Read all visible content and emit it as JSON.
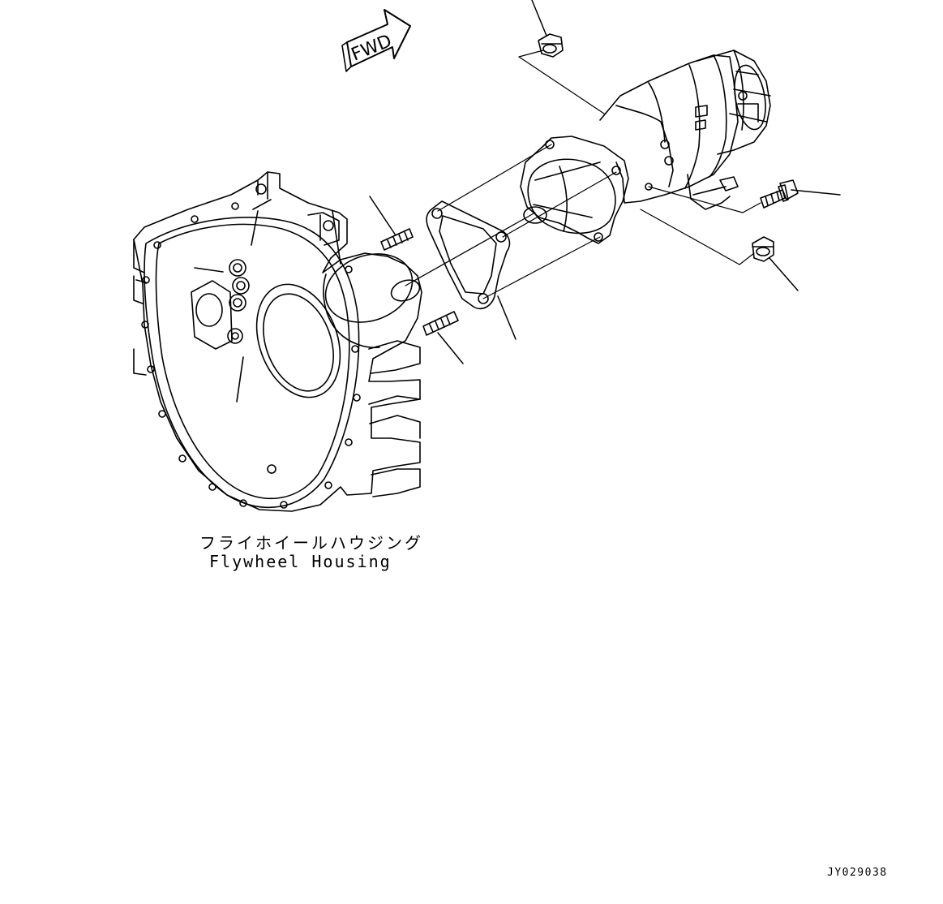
{
  "diagram": {
    "fwd_label": "FWD",
    "caption_jp": "フライホイールハウジング",
    "caption_en": "Flywheel Housing",
    "figure_id": "JY029038"
  }
}
